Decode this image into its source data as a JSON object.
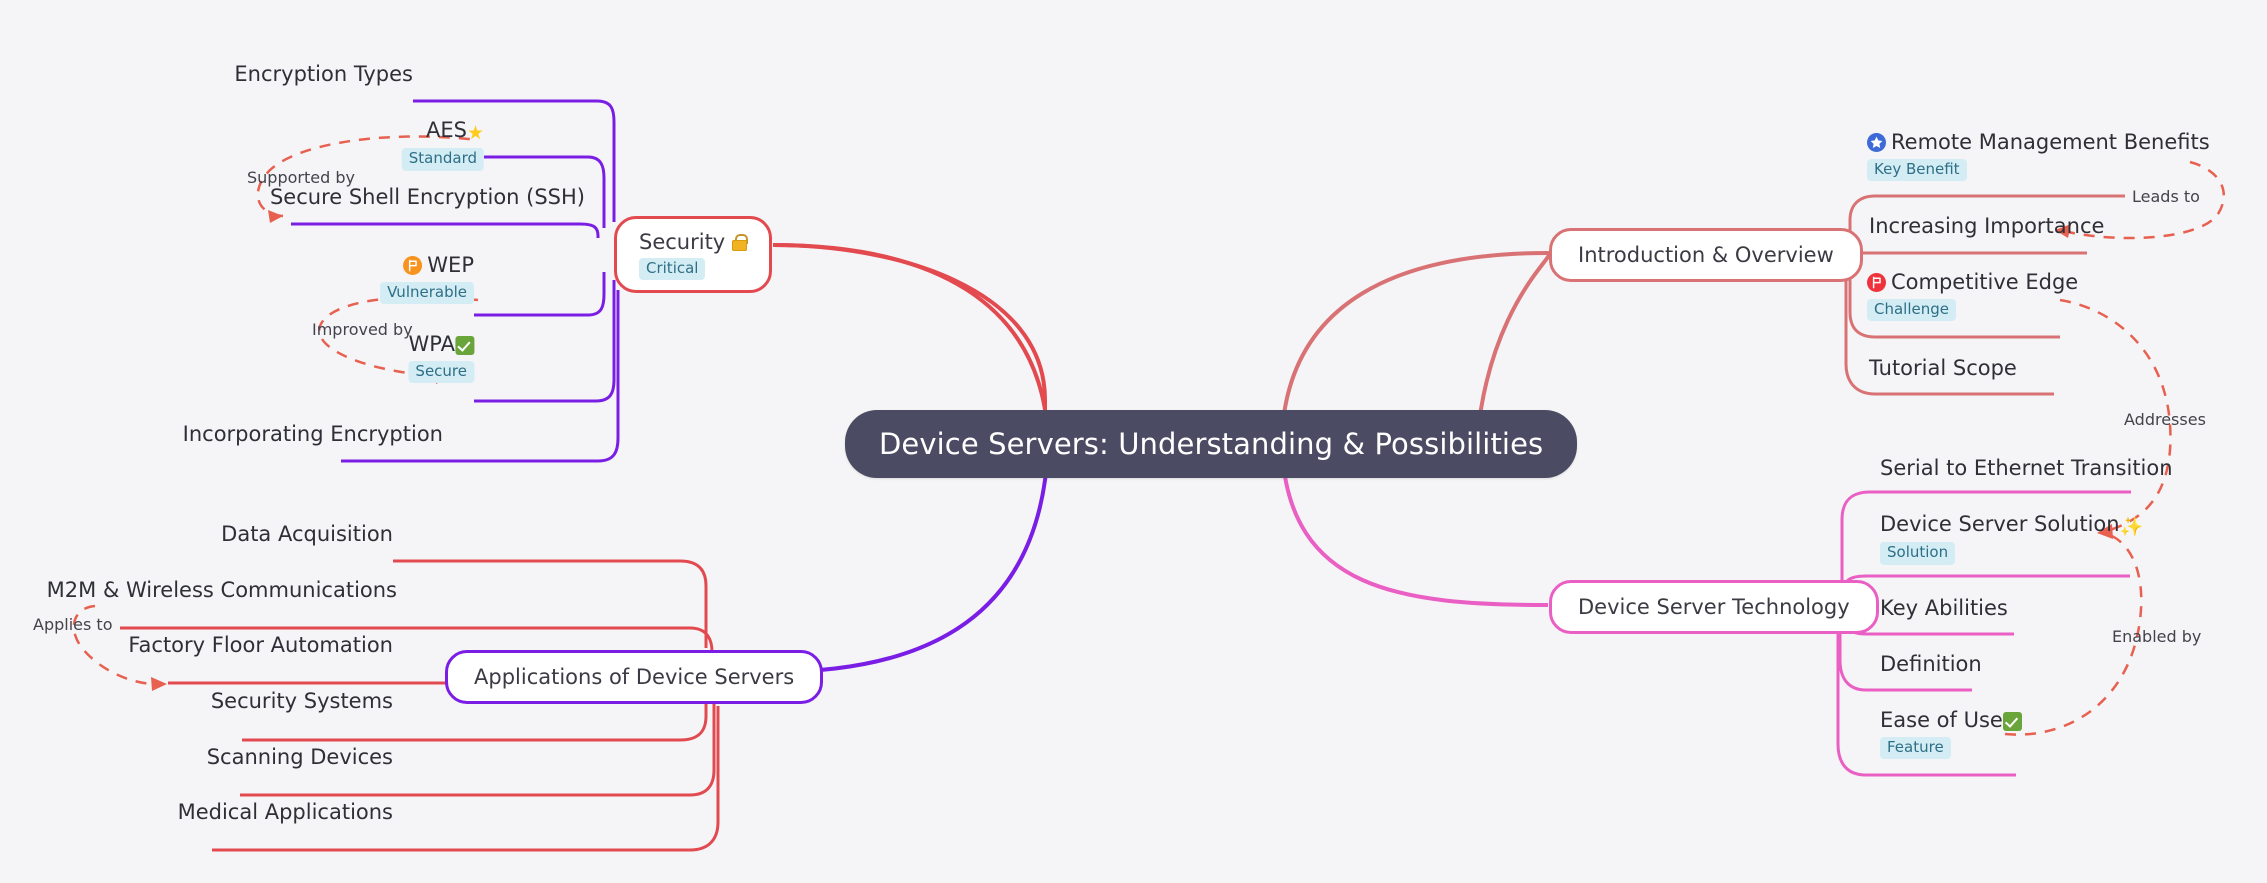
{
  "root": {
    "label": "Device Servers: Understanding & Possibilities"
  },
  "branches": {
    "security": {
      "label": "Security",
      "icon": "lock-icon",
      "badge": "Critical",
      "color": "#e24a4f"
    },
    "applications": {
      "label": "Applications of Device Servers",
      "color": "#7a1ee6"
    },
    "introduction": {
      "label": "Introduction & Overview",
      "color": "#d97274"
    },
    "technology": {
      "label": "Device Server Technology",
      "color": "#ea5fc4"
    }
  },
  "security_children": [
    {
      "label": "Encryption Types",
      "badge": "",
      "icon": "",
      "underline": "#7a1ee6"
    },
    {
      "label": "AES",
      "badge": "Standard",
      "icon": "star-yellow-icon",
      "underline": "#7a1ee6"
    },
    {
      "label": "Secure Shell Encryption (SSH)",
      "badge": "",
      "icon": "",
      "underline": "#7a1ee6"
    },
    {
      "label": "WEP",
      "badge": "Vulnerable",
      "icon": "flag-orange-icon",
      "underline": "#7a1ee6"
    },
    {
      "label": "WPA",
      "badge": "Secure",
      "icon": "check-green-icon",
      "underline": "#7a1ee6"
    },
    {
      "label": "Incorporating Encryption",
      "badge": "",
      "icon": "",
      "underline": "#7a1ee6"
    }
  ],
  "application_children": [
    {
      "label": "Data Acquisition",
      "badge": "",
      "icon": "",
      "underline": "#e24a4f"
    },
    {
      "label": "M2M & Wireless Communications",
      "badge": "",
      "icon": "",
      "underline": "#e24a4f"
    },
    {
      "label": "Factory Floor Automation",
      "badge": "",
      "icon": "",
      "underline": "#e24a4f"
    },
    {
      "label": "Security Systems",
      "badge": "",
      "icon": "",
      "underline": "#e24a4f"
    },
    {
      "label": "Scanning Devices",
      "badge": "",
      "icon": "",
      "underline": "#e24a4f"
    },
    {
      "label": "Medical Applications",
      "badge": "",
      "icon": "",
      "underline": "#e24a4f"
    }
  ],
  "introduction_children": [
    {
      "label": "Remote Management Benefits",
      "badge": "Key Benefit",
      "icon": "star-blue-icon",
      "underline": "#d97274"
    },
    {
      "label": "Increasing Importance",
      "badge": "",
      "icon": "",
      "underline": "#d97274"
    },
    {
      "label": "Competitive Edge",
      "badge": "Challenge",
      "icon": "flag-red-icon",
      "underline": "#d97274"
    },
    {
      "label": "Tutorial Scope",
      "badge": "",
      "icon": "",
      "underline": "#d97274"
    }
  ],
  "technology_children": [
    {
      "label": "Serial to Ethernet Transition",
      "badge": "",
      "icon": "",
      "underline": "#ea5fc4"
    },
    {
      "label": "Device Server Solution",
      "badge": "Solution",
      "icon": "sparkles-icon",
      "underline": "#ea5fc4"
    },
    {
      "label": "Key Abilities",
      "badge": "",
      "icon": "",
      "underline": "#ea5fc4"
    },
    {
      "label": "Definition",
      "badge": "",
      "icon": "",
      "underline": "#ea5fc4"
    },
    {
      "label": "Ease of Use",
      "badge": "Feature",
      "icon": "check-green-icon",
      "underline": "#ea5fc4"
    }
  ],
  "relations": [
    {
      "id": "supported-by",
      "label": "Supported by"
    },
    {
      "id": "improved-by",
      "label": "Improved by"
    },
    {
      "id": "applies-to",
      "label": "Applies to"
    },
    {
      "id": "leads-to",
      "label": "Leads to"
    },
    {
      "id": "addresses",
      "label": "Addresses"
    },
    {
      "id": "enabled-by",
      "label": "Enabled by"
    }
  ],
  "colors": {
    "background": "#f5f5f7",
    "root_fill": "#4b4c63",
    "security": "#e24a4f",
    "applications": "#7a1ee6",
    "introduction": "#d97274",
    "technology": "#ea5fc4",
    "relation_dash": "#e8604f",
    "badge_bg": "#d4edf5",
    "badge_text": "#2e6f86"
  }
}
